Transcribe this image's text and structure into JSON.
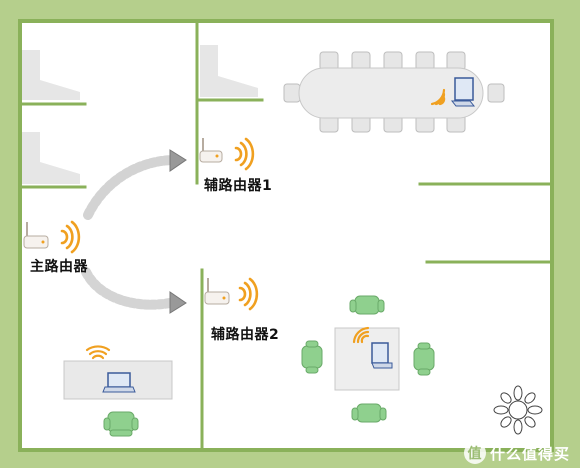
{
  "routers": {
    "main_label": "主路由器",
    "aux1_label": "辅路由器1",
    "aux2_label": "辅路由器2"
  },
  "watermark": {
    "text": "什么值得买",
    "badge": "值"
  },
  "colors": {
    "wall": "#8ab15a",
    "frame": "#b5cf8c",
    "floor": "#ffffff",
    "signal": "#f0a020",
    "chair_green": "#8fd08e",
    "furniture_gray": "#eeeeee"
  }
}
